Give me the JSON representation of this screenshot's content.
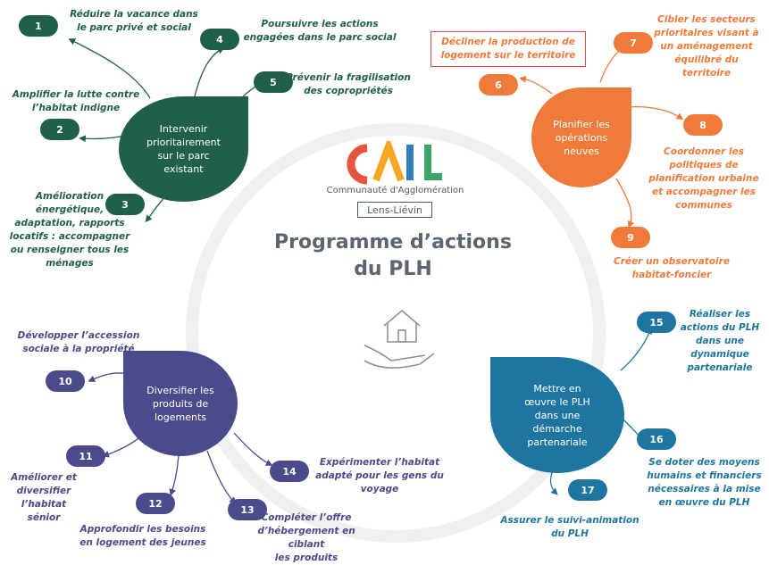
{
  "title_line1": "Programme d’actions",
  "title_line2": "du PLH",
  "logo": {
    "mark": "CALL",
    "subtitle": "Communauté d'Agglomération",
    "place": "Lens-Liévin"
  },
  "colors": {
    "green": "#1f5f4c",
    "orange": "#f07a3a",
    "purple": "#4b4a8a",
    "blue": "#1e75a0"
  },
  "axes": {
    "green": {
      "line1": "Intervenir",
      "line2": "prioritairement",
      "line3": "sur le parc",
      "line4": "existant"
    },
    "orange": {
      "line1": "Planifier les",
      "line2": "opérations",
      "line3": "neuves"
    },
    "purple": {
      "line1": "Diversifier les",
      "line2": "produits de",
      "line3": "logements"
    },
    "blue": {
      "line1": "Mettre en",
      "line2": "œuvre le PLH",
      "line3": "dans une",
      "line4": "démarche",
      "line5": "partenariale"
    }
  },
  "actions": {
    "a1": {
      "num": "1",
      "l1": "Réduire la vacance dans",
      "l2": "le parc privé et social"
    },
    "a2": {
      "num": "2",
      "l1": "Amplifier la lutte contre",
      "l2": "l’habitat indigne"
    },
    "a3": {
      "num": "3",
      "l1": "Amélioration",
      "l2": "énergétique,",
      "l3": "adaptation, rapports",
      "l4": "locatifs : accompagner",
      "l5": "ou renseigner tous les",
      "l6": "ménages"
    },
    "a4": {
      "num": "4",
      "l1": "Poursuivre les actions",
      "l2": "engagées dans le parc social"
    },
    "a5": {
      "num": "5",
      "l1": "Prévenir la fragilisation",
      "l2": "des copropriétés"
    },
    "a6": {
      "num": "6",
      "l1": "Décliner la production de",
      "l2": "logement sur le territoire"
    },
    "a7": {
      "num": "7",
      "l1": "Cibler les secteurs",
      "l2": "prioritaires visant à",
      "l3": "un aménagement",
      "l4": "équilibré du",
      "l5": "territoire"
    },
    "a8": {
      "num": "8",
      "l1": "Coordonner les",
      "l2": "politiques de",
      "l3": "planification urbaine",
      "l4": "et accompagner les",
      "l5": "communes"
    },
    "a9": {
      "num": "9",
      "l1": "Créer un observatoire",
      "l2": "habitat-foncier"
    },
    "a10": {
      "num": "10",
      "l1": "Développer l’accession",
      "l2": "sociale à la propriété"
    },
    "a11": {
      "num": "11",
      "l1": "Améliorer et",
      "l2": "diversifier",
      "l3": "l’habitat sénior"
    },
    "a12": {
      "num": "12",
      "l1": "Approfondir les besoins",
      "l2": "en logement des jeunes"
    },
    "a13": {
      "num": "13",
      "l1": "Compléter l’offre",
      "l2": "d’hébergement en ciblant",
      "l3": "les produits"
    },
    "a14": {
      "num": "14",
      "l1": "Expérimenter l’habitat",
      "l2": "adapté pour les gens du",
      "l3": "voyage"
    },
    "a15": {
      "num": "15",
      "l1": "Réaliser les",
      "l2": "actions du PLH",
      "l3": "dans une",
      "l4": "dynamique",
      "l5": "partenariale"
    },
    "a16": {
      "num": "16",
      "l1": "Se doter des moyens",
      "l2": "humains et financiers",
      "l3": "nécessaires à la mise",
      "l4": "en œuvre du PLH"
    },
    "a17": {
      "num": "17",
      "l1": "Assurer le suivi-animation",
      "l2": "du PLH"
    }
  },
  "icons": [
    "house-in-hand-icon"
  ]
}
